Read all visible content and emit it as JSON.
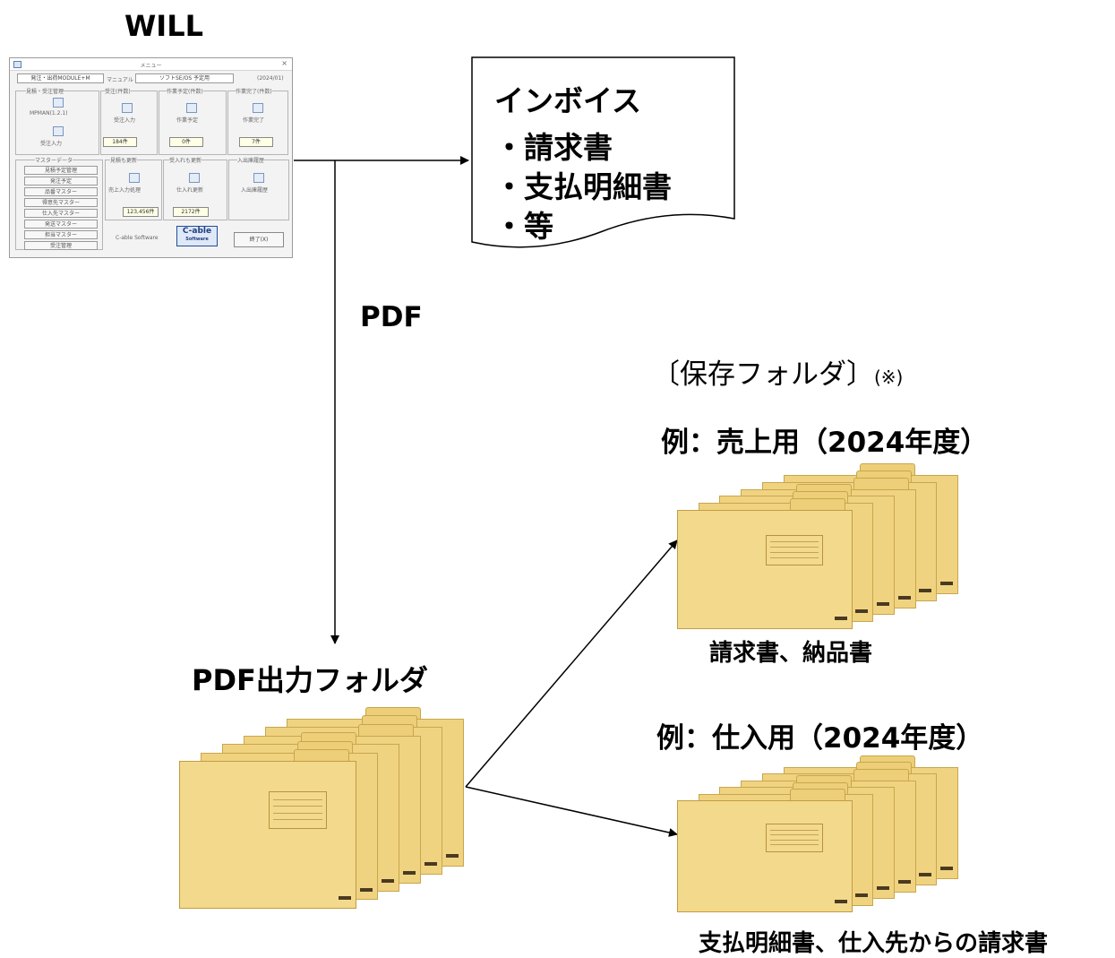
{
  "title_will": "WILL",
  "will_window": {
    "title": "メニュー",
    "close": "×",
    "tabs": [
      "発注・出荷MODULE+M",
      "マニュアル",
      "ソフトSE/OS 予定用",
      "(2024/01)"
    ],
    "groups": [
      "見積・受注管理",
      "受注(件数)",
      "作業予定(件数)",
      "作業完了(件数)",
      "マスターデータ",
      "見積も更新",
      "受入れも更新",
      "入出庫履歴"
    ],
    "buttons": [
      "MPMAN(1.2.1)",
      "受注入力",
      "作業予定",
      "作業完了",
      "見積予定管理",
      "発注予定",
      "品番マスター",
      "得意先マスター",
      "仕入先マスター",
      "発送マスター",
      "担当マスター",
      "受注管理",
      "売上入力処理",
      "仕入れ更新",
      "入出庫履歴"
    ],
    "fields": [
      "184件",
      "0件",
      "7件",
      "123,456件",
      "2172件"
    ],
    "footer_text": "C-able Software",
    "logo_main": "C-able",
    "logo_sub": "Software",
    "exit_button": "終了(X)"
  },
  "invoice_doc": {
    "title": "インボイス",
    "items": [
      "・請求書",
      "・支払明細書",
      "・等"
    ]
  },
  "arrow_label": "PDF",
  "output_folder_label": "PDF出力フォルダ",
  "save_folders": {
    "heading": "〔保存フォルダ〕",
    "note": "(※)",
    "sales": {
      "title": "例：売上用（2024年度）",
      "caption": "請求書、納品書"
    },
    "purchases": {
      "title": "例：仕入用（2024年度）",
      "caption": "支払明細書、仕入先からの請求書"
    }
  }
}
